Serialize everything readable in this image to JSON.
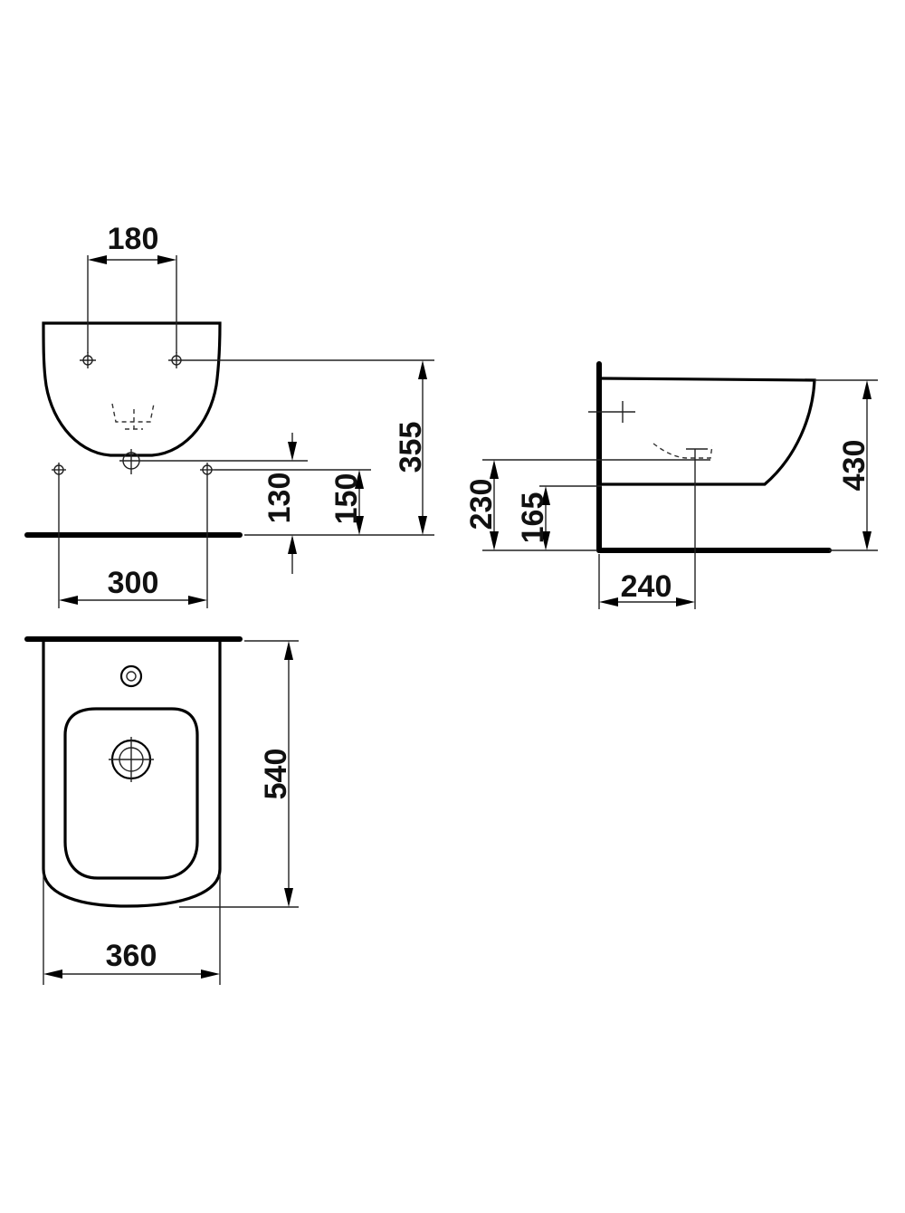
{
  "dimensions": {
    "d180": "180",
    "d355": "355",
    "d130": "130",
    "d150": "150",
    "d300": "300",
    "d230": "230",
    "d165": "165",
    "d240": "240",
    "d430": "430",
    "d540": "540",
    "d360": "360"
  },
  "colors": {
    "line": "#000000",
    "background": "#ffffff"
  }
}
